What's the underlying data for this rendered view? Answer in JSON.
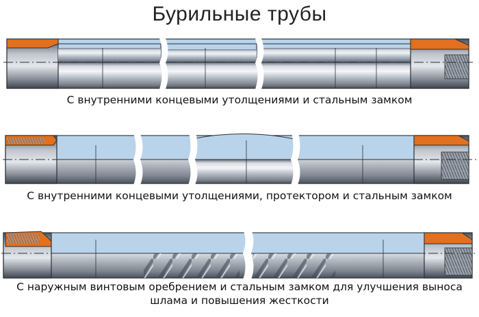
{
  "title": "Бурильные трубы",
  "captions": [
    "С внутренними концевыми утолщениями и стальным замком",
    "С внутренними концевыми утолщениями, протектором и стальным замком",
    "С наружным винтовым оребрением и стальным замком для улучшения выноса шлама и повышения жесткости"
  ],
  "colors": {
    "steel_light": "#e6e9ee",
    "steel_mid": "#a9b0ba",
    "steel_dark": "#5c6470",
    "section_blue": "#b9d3ea",
    "thread_orange": "#e2701e",
    "outline": "#2a2f36"
  }
}
